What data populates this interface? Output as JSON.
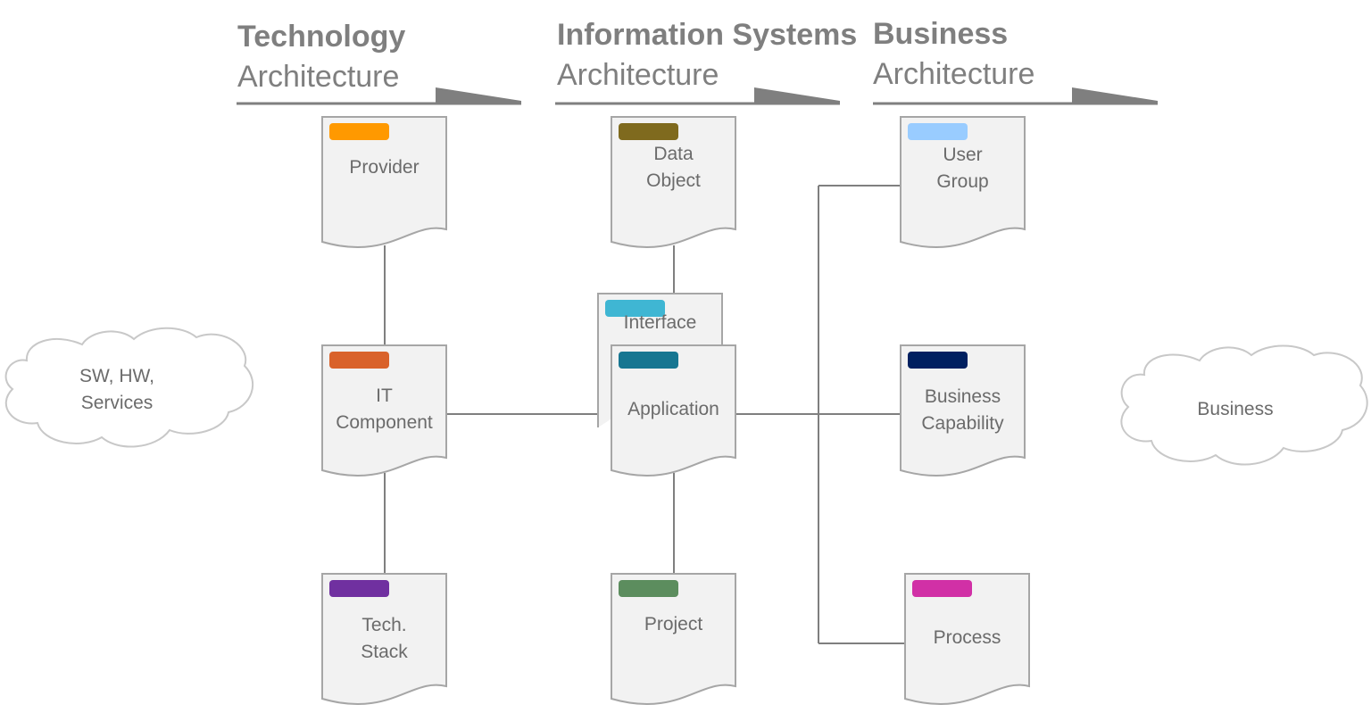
{
  "headers": {
    "technology": {
      "bold": "Technology",
      "light": "Architecture"
    },
    "information_systems": {
      "bold": "Information Systems",
      "light": "Architecture"
    },
    "business": {
      "bold": "Business",
      "light": "Architecture"
    }
  },
  "nodes": {
    "provider": {
      "lines": [
        "Provider"
      ],
      "color": "#FF9900"
    },
    "it_component": {
      "lines": [
        "IT",
        "Component"
      ],
      "color": "#D9622B"
    },
    "tech_stack": {
      "lines": [
        "Tech.",
        "Stack"
      ],
      "color": "#7030A0"
    },
    "data_object": {
      "lines": [
        "Data",
        "Object"
      ],
      "color": "#7F6A1E"
    },
    "interface": {
      "lines": [
        "Interface"
      ],
      "color": "#3FB6D3"
    },
    "application": {
      "lines": [
        "Application"
      ],
      "color": "#177691"
    },
    "project": {
      "lines": [
        "Project"
      ],
      "color": "#5C8D5E"
    },
    "user_group": {
      "lines": [
        "User",
        "Group"
      ],
      "color": "#99CCFF"
    },
    "business_capability": {
      "lines": [
        "Business",
        "Capability"
      ],
      "color": "#002060"
    },
    "process": {
      "lines": [
        "Process"
      ],
      "color": "#D130A6"
    }
  },
  "clouds": {
    "technology": {
      "lines": [
        "SW, HW,",
        "Services"
      ]
    },
    "business": {
      "lines": [
        "Business"
      ]
    }
  }
}
